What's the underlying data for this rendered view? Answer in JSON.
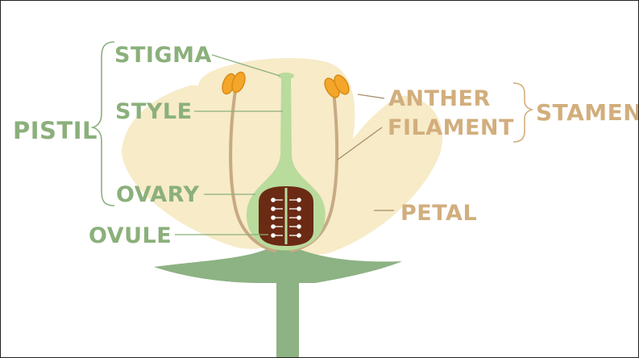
{
  "diagram": {
    "labels": {
      "pistil": "PISTIL",
      "stigma": "STIGMA",
      "style": "STYLE",
      "ovary": "OVARY",
      "ovule": "OVULE",
      "anther": "ANTHER",
      "filament": "FILAMENT",
      "stamen": "STAMEN",
      "petal": "PETAL"
    },
    "colors": {
      "pistil_text": "#8bb07b",
      "stamen_text": "#d2ae7d",
      "petal_fill": "#f7ebc8",
      "stem_fill": "#8db283",
      "pistil_fill": "#b9db9c",
      "filament_stroke": "#c7aa83",
      "anther_fill": "#f4a62a",
      "ovary_inner": "#6b2a14",
      "leader_green": "#8bb07b",
      "leader_tan": "#a88b64"
    }
  }
}
